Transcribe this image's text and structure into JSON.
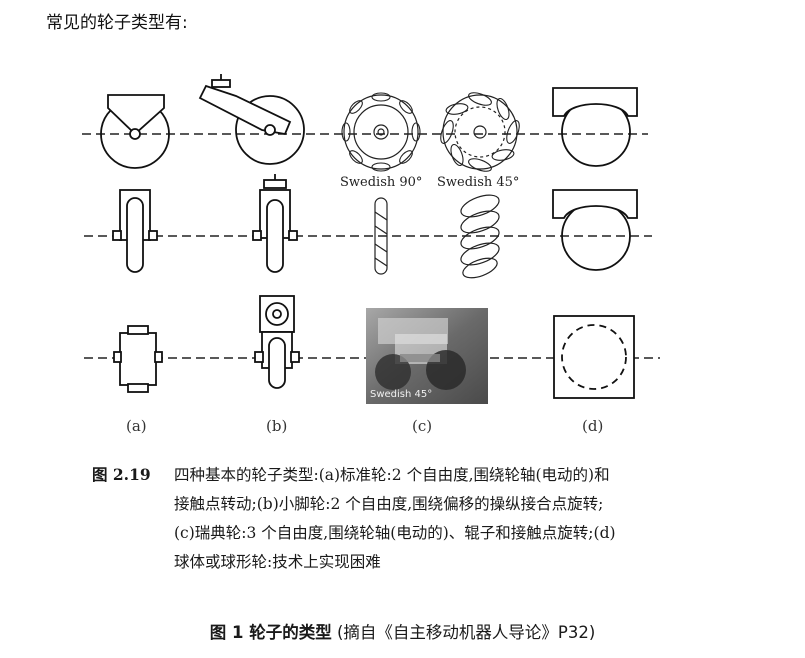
{
  "heading": "常见的轮子类型有:",
  "figure": {
    "swedish90_label": "Swedish 90°",
    "swedish45_label": "Swedish 45°",
    "photo_label": "Swedish 45°",
    "column_labels": [
      "(a)",
      "(b)",
      "(c)",
      "(d)"
    ]
  },
  "caption": {
    "number": "图 2.19",
    "lines": [
      "四种基本的轮子类型:(a)标准轮:2 个自由度,围绕轮轴(电动的)和",
      "接触点转动;(b)小脚轮:2 个自由度,围绕偏移的操纵接合点旋转;",
      "(c)瑞典轮:3 个自由度,围绕轮轴(电动的)、辊子和接触点旋转;(d)",
      "球体或球形轮:技术上实现困难"
    ]
  },
  "figure_title": {
    "label": "图 1  轮子的类型",
    "source": "(摘自《自主移动机器人导论》P32)"
  }
}
